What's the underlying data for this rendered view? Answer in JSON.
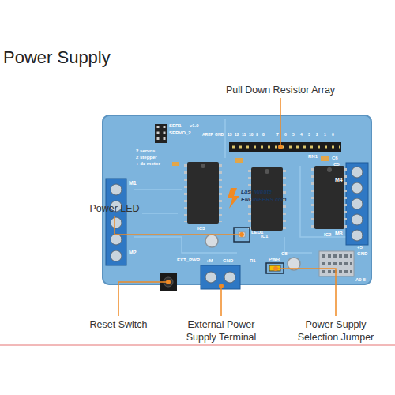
{
  "diagram": {
    "title": "Power Supply",
    "labels": [
      "Pull Down Resistor Array",
      "SER1",
      "SERVO_2",
      "AREF",
      "GND",
      "13",
      "12",
      "11",
      "10",
      "9",
      "8",
      "7",
      "6",
      "5",
      "4",
      "3",
      "2",
      "1",
      "0",
      "v1.0",
      "2 servos",
      "2 stepper",
      "+ dc motor",
      "RN1",
      "C6",
      "C5",
      "M1",
      "M4",
      "M3",
      "M2",
      "Last Minute",
      "ENGINEERS.com",
      "Power LED",
      "IC3",
      "LED1",
      "IC1",
      "IC2",
      "C8",
      "+5",
      "GND",
      "+M",
      "GND",
      "R1",
      "PWR",
      "EXT_PWR",
      "A0-5",
      "Reset Switch",
      "External Power Supply Terminal",
      "Power Supply Selection Jumper"
    ]
  }
}
